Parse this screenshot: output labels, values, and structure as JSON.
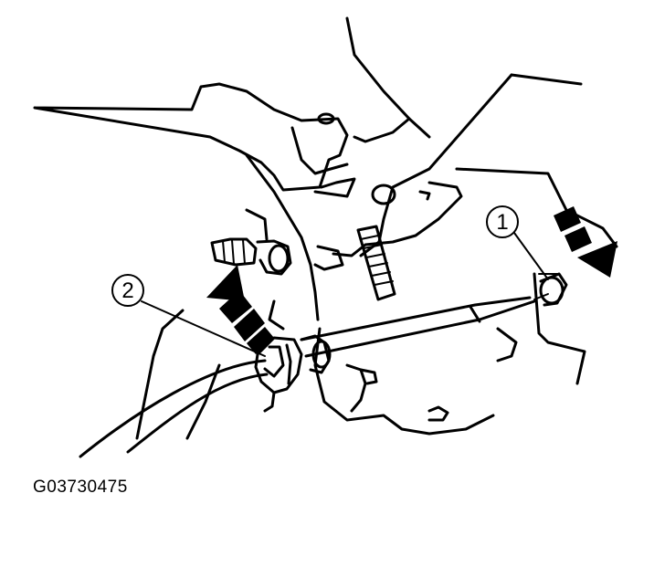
{
  "figure": {
    "id_label": "G03730475"
  },
  "callouts": [
    {
      "number": "1"
    },
    {
      "number": "2"
    }
  ],
  "colors": {
    "ink": "#000000",
    "background": "#ffffff"
  }
}
